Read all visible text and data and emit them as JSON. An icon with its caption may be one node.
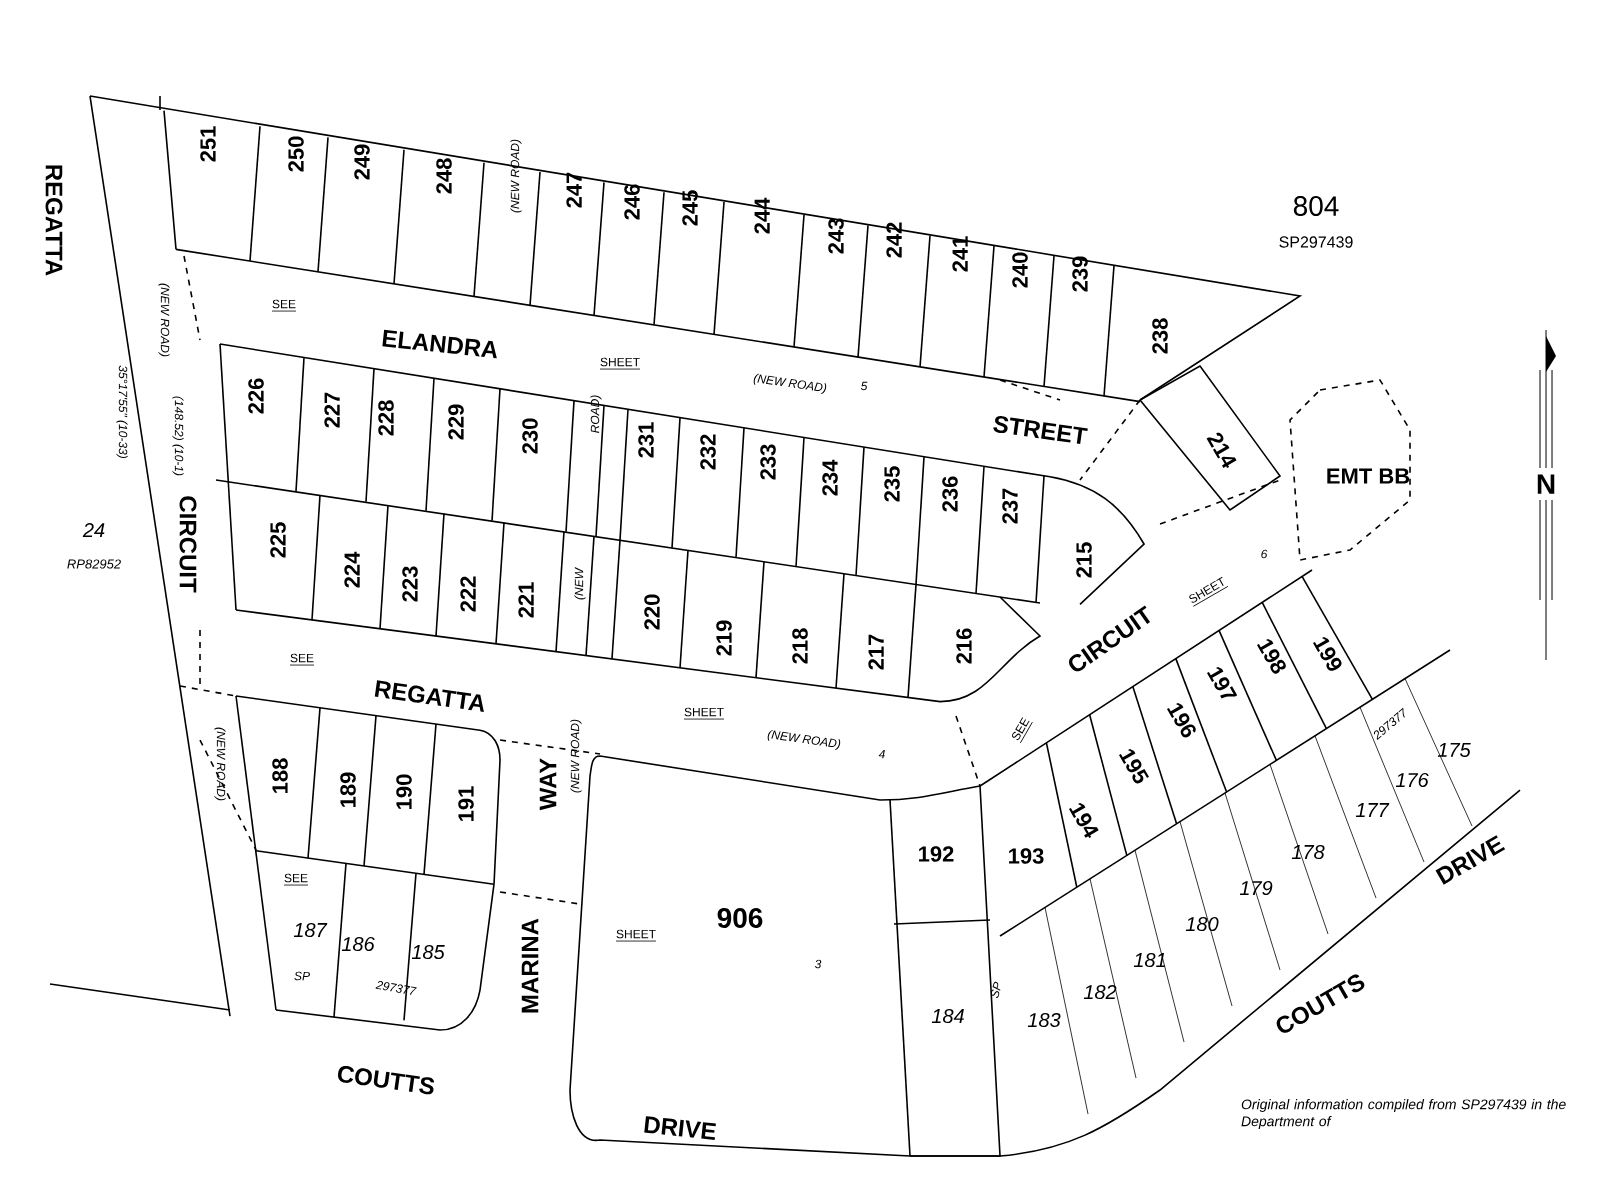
{
  "diagram": {
    "labels": [
      "251",
      "250",
      "249",
      "248",
      "(NEW ROAD)",
      "247",
      "246",
      "245",
      "244",
      "243",
      "242",
      "241",
      "240",
      "239",
      "238",
      "804",
      "SP297439",
      "REGATTA",
      "CIRCUIT",
      "35°17'55\" (10-33)",
      "(NEW ROAD)",
      "(148.52) (10-1)",
      "SEE",
      "ELANDRA",
      "SHEET",
      "(NEW ROAD)",
      "5",
      "STREET",
      "226",
      "227",
      "228",
      "229",
      "230",
      "ROAD)",
      "231",
      "232",
      "233",
      "234",
      "235",
      "236",
      "237",
      "215",
      "214",
      "EMT BB",
      "N",
      "225",
      "224",
      "223",
      "222",
      "221",
      "(NEW",
      "220",
      "219",
      "218",
      "217",
      "216",
      "CIRCUIT",
      "SHEET",
      "6",
      "24",
      "RP82952",
      "SEE",
      "REGATTA",
      "SHEET",
      "(NEW ROAD)",
      "4",
      "SEE",
      "188",
      "189",
      "190",
      "191",
      "(NEW ROAD)",
      "WAY",
      "(NEW ROAD)",
      "SEE",
      "187",
      "186",
      "185",
      "SP",
      "297377",
      "MARINA",
      "COUTTS",
      "DRIVE",
      "906",
      "SHEET",
      "3",
      "192",
      "193",
      "194",
      "195",
      "196",
      "197",
      "198",
      "199",
      "297377",
      "175",
      "176",
      "177",
      "178",
      "179",
      "180",
      "181",
      "182",
      "184",
      "183",
      "SP",
      "COUTTS",
      "DRIVE",
      "Original information compiled from SP297439 in the Department of"
    ]
  }
}
